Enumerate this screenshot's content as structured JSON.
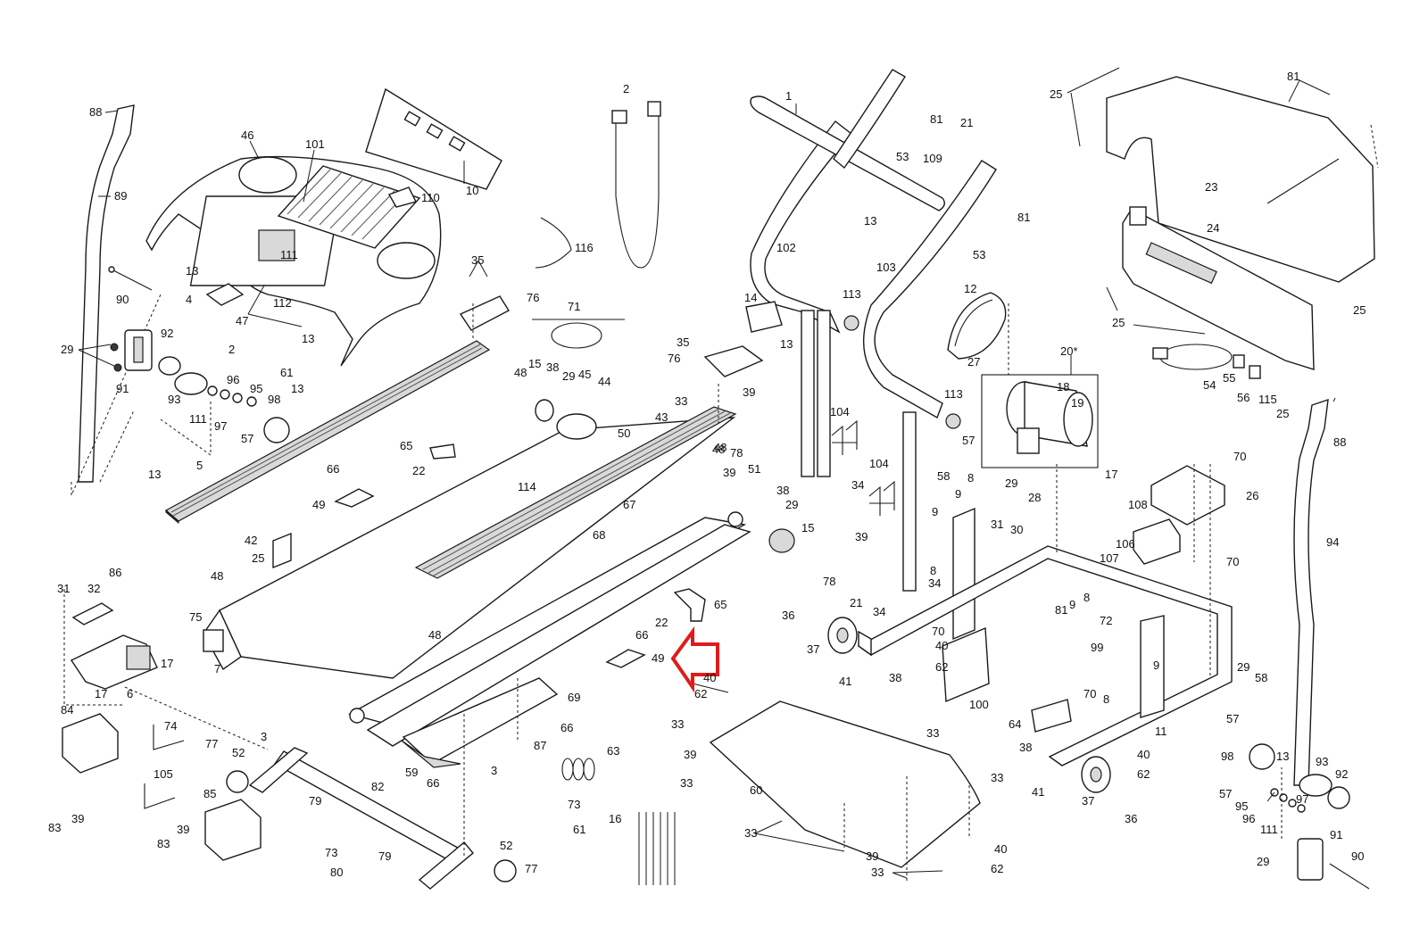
{
  "highlight_color": "#e01b1b",
  "callouts": [
    {
      "id": "c-88a",
      "label": "88"
    },
    {
      "id": "c-89",
      "label": "89"
    },
    {
      "id": "c-90a",
      "label": "90"
    },
    {
      "id": "c-29a",
      "label": "29"
    },
    {
      "id": "c-91a",
      "label": "91"
    },
    {
      "id": "c-92a",
      "label": "92"
    },
    {
      "id": "c-93a",
      "label": "93"
    },
    {
      "id": "c-111a",
      "label": "111"
    },
    {
      "id": "c-96a",
      "label": "96"
    },
    {
      "id": "c-95a",
      "label": "95"
    },
    {
      "id": "c-97a",
      "label": "97"
    },
    {
      "id": "c-57a",
      "label": "57"
    },
    {
      "id": "c-98a",
      "label": "98"
    },
    {
      "id": "c-13a",
      "label": "13"
    },
    {
      "id": "c-5",
      "label": "5"
    },
    {
      "id": "c-46",
      "label": "46"
    },
    {
      "id": "c-101",
      "label": "101"
    },
    {
      "id": "c-10",
      "label": "10"
    },
    {
      "id": "c-110",
      "label": "110"
    },
    {
      "id": "c-13b",
      "label": "13"
    },
    {
      "id": "c-4",
      "label": "4"
    },
    {
      "id": "c-111b",
      "label": "111"
    },
    {
      "id": "c-112",
      "label": "112"
    },
    {
      "id": "c-47",
      "label": "47"
    },
    {
      "id": "c-13c",
      "label": "13"
    },
    {
      "id": "c-2a",
      "label": "2"
    },
    {
      "id": "c-61a",
      "label": "61"
    },
    {
      "id": "c-13d",
      "label": "13"
    },
    {
      "id": "c-2b",
      "label": "2"
    },
    {
      "id": "c-116",
      "label": "116"
    },
    {
      "id": "c-35a",
      "label": "35"
    },
    {
      "id": "c-76a",
      "label": "76"
    },
    {
      "id": "c-71",
      "label": "71"
    },
    {
      "id": "c-48a",
      "label": "48"
    },
    {
      "id": "c-15a",
      "label": "15"
    },
    {
      "id": "c-38a",
      "label": "38"
    },
    {
      "id": "c-29b",
      "label": "29"
    },
    {
      "id": "c-45",
      "label": "45"
    },
    {
      "id": "c-44",
      "label": "44"
    },
    {
      "id": "c-33a",
      "label": "33"
    },
    {
      "id": "c-43",
      "label": "43"
    },
    {
      "id": "c-50",
      "label": "50"
    },
    {
      "id": "c-65a",
      "label": "65"
    },
    {
      "id": "c-22a",
      "label": "22"
    },
    {
      "id": "c-66a",
      "label": "66"
    },
    {
      "id": "c-49a",
      "label": "49"
    },
    {
      "id": "c-114",
      "label": "114"
    },
    {
      "id": "c-42",
      "label": "42"
    },
    {
      "id": "c-25a",
      "label": "25"
    },
    {
      "id": "c-48b",
      "label": "48"
    },
    {
      "id": "c-75",
      "label": "75"
    },
    {
      "id": "c-7",
      "label": "7"
    },
    {
      "id": "c-31a",
      "label": "31"
    },
    {
      "id": "c-32",
      "label": "32"
    },
    {
      "id": "c-86",
      "label": "86"
    },
    {
      "id": "c-17a",
      "label": "17"
    },
    {
      "id": "c-17b",
      "label": "17"
    },
    {
      "id": "c-6",
      "label": "6"
    },
    {
      "id": "c-48c",
      "label": "48"
    },
    {
      "id": "c-84",
      "label": "84"
    },
    {
      "id": "c-74",
      "label": "74"
    },
    {
      "id": "c-77a",
      "label": "77"
    },
    {
      "id": "c-52a",
      "label": "52"
    },
    {
      "id": "c-3a",
      "label": "3"
    },
    {
      "id": "c-105",
      "label": "105"
    },
    {
      "id": "c-83a",
      "label": "83"
    },
    {
      "id": "c-39a",
      "label": "39"
    },
    {
      "id": "c-85",
      "label": "85"
    },
    {
      "id": "c-79a",
      "label": "79"
    },
    {
      "id": "c-82",
      "label": "82"
    },
    {
      "id": "c-83b",
      "label": "83"
    },
    {
      "id": "c-39b",
      "label": "39"
    },
    {
      "id": "c-73a",
      "label": "73"
    },
    {
      "id": "c-80",
      "label": "80"
    },
    {
      "id": "c-79b",
      "label": "79"
    },
    {
      "id": "c-52b",
      "label": "52"
    },
    {
      "id": "c-77b",
      "label": "77"
    },
    {
      "id": "c-59",
      "label": "59"
    },
    {
      "id": "c-66b",
      "label": "66"
    },
    {
      "id": "c-3b",
      "label": "3"
    },
    {
      "id": "c-69",
      "label": "69"
    },
    {
      "id": "c-66c",
      "label": "66"
    },
    {
      "id": "c-87",
      "label": "87"
    },
    {
      "id": "c-63",
      "label": "63"
    },
    {
      "id": "c-73b",
      "label": "73"
    },
    {
      "id": "c-61b",
      "label": "61"
    },
    {
      "id": "c-16",
      "label": "16"
    },
    {
      "id": "c-67",
      "label": "67"
    },
    {
      "id": "c-68",
      "label": "68"
    },
    {
      "id": "c-48d",
      "label": "48"
    },
    {
      "id": "c-65b",
      "label": "65"
    },
    {
      "id": "c-22b",
      "label": "22"
    },
    {
      "id": "c-66d",
      "label": "66"
    },
    {
      "id": "c-49b",
      "label": "49"
    },
    {
      "id": "c-40a",
      "label": "40"
    },
    {
      "id": "c-62a",
      "label": "62"
    },
    {
      "id": "c-33b",
      "label": "33"
    },
    {
      "id": "c-39c",
      "label": "39"
    },
    {
      "id": "c-33c",
      "label": "33"
    },
    {
      "id": "c-60",
      "label": "60"
    },
    {
      "id": "c-33d",
      "label": "33"
    },
    {
      "id": "c-33e",
      "label": "33"
    },
    {
      "id": "c-33f",
      "label": "33"
    },
    {
      "id": "c-39d",
      "label": "39"
    },
    {
      "id": "c-33g",
      "label": "33"
    },
    {
      "id": "c-40b",
      "label": "40"
    },
    {
      "id": "c-62b",
      "label": "62"
    },
    {
      "id": "c-1",
      "label": "1"
    },
    {
      "id": "c-81a",
      "label": "81"
    },
    {
      "id": "c-53a",
      "label": "53"
    },
    {
      "id": "c-21a",
      "label": "21"
    },
    {
      "id": "c-109",
      "label": "109"
    },
    {
      "id": "c-13e",
      "label": "13"
    },
    {
      "id": "c-81b",
      "label": "81"
    },
    {
      "id": "c-53b",
      "label": "53"
    },
    {
      "id": "c-102",
      "label": "102"
    },
    {
      "id": "c-103",
      "label": "103"
    },
    {
      "id": "c-14",
      "label": "14"
    },
    {
      "id": "c-13f",
      "label": "13"
    },
    {
      "id": "c-113a",
      "label": "113"
    },
    {
      "id": "c-35b",
      "label": "35"
    },
    {
      "id": "c-76b",
      "label": "76"
    },
    {
      "id": "c-39e",
      "label": "39"
    },
    {
      "id": "c-78a",
      "label": "78"
    },
    {
      "id": "c-104a",
      "label": "104"
    },
    {
      "id": "c-104b",
      "label": "104"
    },
    {
      "id": "c-34a",
      "label": "34"
    },
    {
      "id": "c-48e",
      "label": "48"
    },
    {
      "id": "c-39f",
      "label": "39"
    },
    {
      "id": "c-51",
      "label": "51"
    },
    {
      "id": "c-38b",
      "label": "38"
    },
    {
      "id": "c-29c",
      "label": "29"
    },
    {
      "id": "c-15b",
      "label": "15"
    },
    {
      "id": "c-12",
      "label": "12"
    },
    {
      "id": "c-27",
      "label": "27"
    },
    {
      "id": "c-113b",
      "label": "113"
    },
    {
      "id": "c-57b",
      "label": "57"
    },
    {
      "id": "c-58a",
      "label": "58"
    },
    {
      "id": "c-8a",
      "label": "8"
    },
    {
      "id": "c-9a",
      "label": "9"
    },
    {
      "id": "c-31b",
      "label": "31"
    },
    {
      "id": "c-30",
      "label": "30"
    },
    {
      "id": "c-28",
      "label": "28"
    },
    {
      "id": "c-20",
      "label": "20*"
    },
    {
      "id": "c-18",
      "label": "18"
    },
    {
      "id": "c-19",
      "label": "19"
    },
    {
      "id": "c-29d",
      "label": "29"
    },
    {
      "id": "c-17c",
      "label": "17"
    },
    {
      "id": "c-39g",
      "label": "39"
    },
    {
      "id": "c-78b",
      "label": "78"
    },
    {
      "id": "c-9b",
      "label": "9"
    },
    {
      "id": "c-8b",
      "label": "8"
    },
    {
      "id": "c-34b",
      "label": "34"
    },
    {
      "id": "c-21b",
      "label": "21"
    },
    {
      "id": "c-34c",
      "label": "34"
    },
    {
      "id": "c-36a",
      "label": "36"
    },
    {
      "id": "c-37a",
      "label": "37"
    },
    {
      "id": "c-41a",
      "label": "41"
    },
    {
      "id": "c-38c",
      "label": "38"
    },
    {
      "id": "c-70a",
      "label": "70"
    },
    {
      "id": "c-40c",
      "label": "40"
    },
    {
      "id": "c-62c",
      "label": "62"
    },
    {
      "id": "c-100",
      "label": "100"
    },
    {
      "id": "c-25b",
      "label": "25"
    },
    {
      "id": "c-81c",
      "label": "81"
    },
    {
      "id": "c-23",
      "label": "23"
    },
    {
      "id": "c-24",
      "label": "24"
    },
    {
      "id": "c-25c",
      "label": "25"
    },
    {
      "id": "c-25d",
      "label": "25"
    },
    {
      "id": "c-54",
      "label": "54"
    },
    {
      "id": "c-55",
      "label": "55"
    },
    {
      "id": "c-56",
      "label": "56"
    },
    {
      "id": "c-115",
      "label": "115"
    },
    {
      "id": "c-25e",
      "label": "25"
    },
    {
      "id": "c-70b",
      "label": "70"
    },
    {
      "id": "c-26",
      "label": "26"
    },
    {
      "id": "c-108",
      "label": "108"
    },
    {
      "id": "c-106",
      "label": "106"
    },
    {
      "id": "c-107",
      "label": "107"
    },
    {
      "id": "c-70c",
      "label": "70"
    },
    {
      "id": "c-9c",
      "label": "9"
    },
    {
      "id": "c-8c",
      "label": "8"
    },
    {
      "id": "c-81d",
      "label": "81"
    },
    {
      "id": "c-72",
      "label": "72"
    },
    {
      "id": "c-99",
      "label": "99"
    },
    {
      "id": "c-9d",
      "label": "9"
    },
    {
      "id": "c-8d",
      "label": "8"
    },
    {
      "id": "c-88b",
      "label": "88"
    },
    {
      "id": "c-94",
      "label": "94"
    },
    {
      "id": "c-29e",
      "label": "29"
    },
    {
      "id": "c-58b",
      "label": "58"
    },
    {
      "id": "c-57c",
      "label": "57"
    },
    {
      "id": "c-11",
      "label": "11"
    },
    {
      "id": "c-64",
      "label": "64"
    },
    {
      "id": "c-70d",
      "label": "70"
    },
    {
      "id": "c-38d",
      "label": "38"
    },
    {
      "id": "c-40d",
      "label": "40"
    },
    {
      "id": "c-62d",
      "label": "62"
    },
    {
      "id": "c-41b",
      "label": "41"
    },
    {
      "id": "c-37b",
      "label": "37"
    },
    {
      "id": "c-36b",
      "label": "36"
    },
    {
      "id": "c-98b",
      "label": "98"
    },
    {
      "id": "c-13g",
      "label": "13"
    },
    {
      "id": "c-93b",
      "label": "93"
    },
    {
      "id": "c-92b",
      "label": "92"
    },
    {
      "id": "c-57d",
      "label": "57"
    },
    {
      "id": "c-95b",
      "label": "95"
    },
    {
      "id": "c-97b",
      "label": "97"
    },
    {
      "id": "c-96b",
      "label": "96"
    },
    {
      "id": "c-111c",
      "label": "111"
    },
    {
      "id": "c-91b",
      "label": "91"
    },
    {
      "id": "c-29f",
      "label": "29"
    },
    {
      "id": "c-90b",
      "label": "90"
    }
  ]
}
